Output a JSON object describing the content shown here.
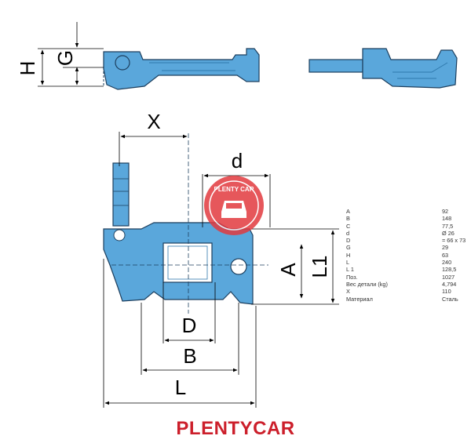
{
  "labels": {
    "H": "H",
    "G": "G",
    "X": "X",
    "d": "d",
    "A": "A",
    "L1": "L1",
    "D": "D",
    "B": "B",
    "L": "L"
  },
  "logo_text": "PLENTY CAR",
  "specs": [
    {
      "key": "A",
      "value": "92"
    },
    {
      "key": "B",
      "value": "148"
    },
    {
      "key": "C",
      "value": "77,5"
    },
    {
      "key": "d",
      "value": "Ø 26"
    },
    {
      "key": "D",
      "value": "= 66 x 73"
    },
    {
      "key": "G",
      "value": "29"
    },
    {
      "key": "H",
      "value": "63"
    },
    {
      "key": "L",
      "value": "240"
    },
    {
      "key": "L 1",
      "value": "128,5"
    },
    {
      "key": "Поз.",
      "value": "1027"
    },
    {
      "key": "Вес детали (kg)",
      "value": "4,794"
    },
    {
      "key": "X",
      "value": "110"
    },
    {
      "key": "Материал",
      "value": "Сталь"
    }
  ],
  "brand": "PLENTYCAR",
  "colors": {
    "part": "#5aa7db",
    "part_dark": "#2f79ad",
    "brand_red": "#cc1f2b",
    "logo_red": "#e23a3f"
  }
}
